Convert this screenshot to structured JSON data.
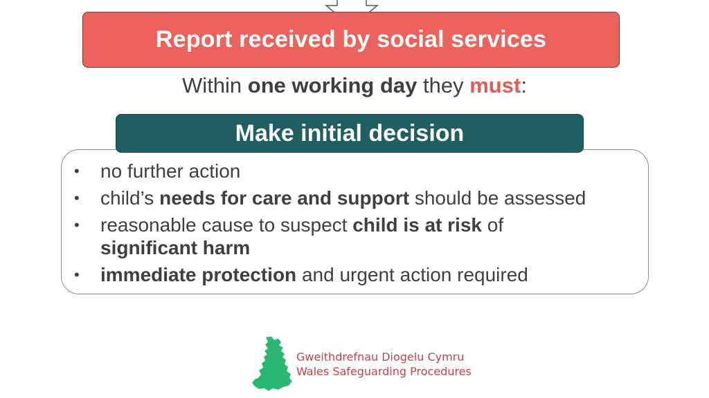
{
  "report": {
    "title": "Report received by social services"
  },
  "timeframe": {
    "prefix": "Within ",
    "emphasis": "one working day",
    "middle": " they ",
    "must": "must",
    "suffix": ":"
  },
  "decision": {
    "title": "Make initial decision"
  },
  "options": [
    {
      "bullet": "•",
      "part1": "no further action",
      "bold1": "",
      "part2": "",
      "bold2": ""
    },
    {
      "bullet": "•",
      "part1": "child’s ",
      "bold1": "needs for care and support",
      "part2": " should be assessed",
      "bold2": ""
    },
    {
      "bullet": "•",
      "part1": "reasonable cause to suspect ",
      "bold1": "child is at risk",
      "part2": " of ",
      "bold2": "significant harm"
    },
    {
      "bullet": "•",
      "part1": "",
      "bold1": "immediate protection",
      "part2": " and urgent action required",
      "bold2": ""
    }
  ],
  "logo": {
    "line1": "Gweithdrefnau Diogelu Cymru",
    "line2": "Wales Safeguarding Procedures",
    "icon": "wales-map-icon"
  },
  "colors": {
    "report_box": "#ec625c",
    "decision_box": "#1f5f62",
    "must_text": "#e05a56",
    "logo_green": "#2bb673",
    "logo_red": "#c6404a"
  }
}
